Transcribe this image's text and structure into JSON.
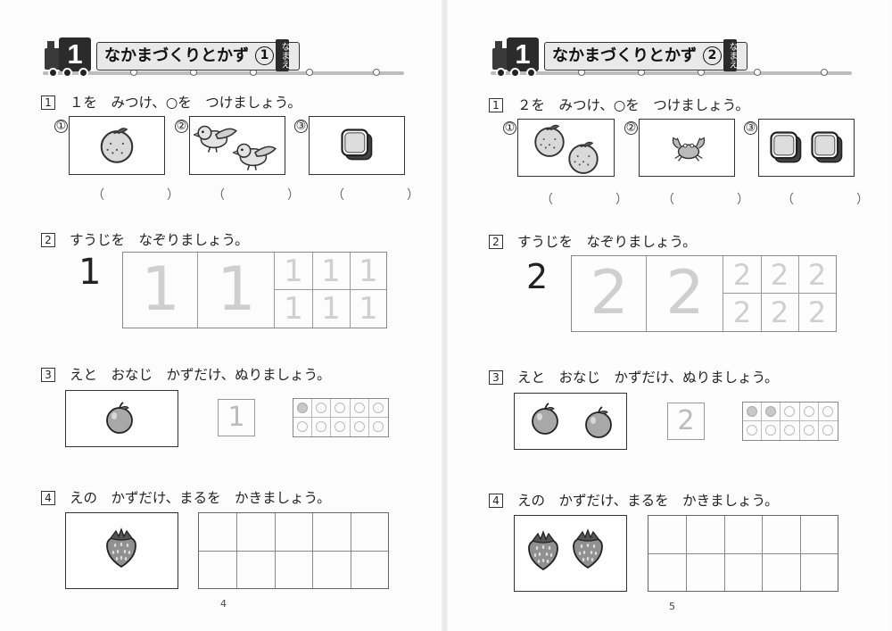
{
  "pages": [
    {
      "title": "なかまづくりとかず",
      "lesson_number": "1",
      "part_number": "1",
      "name_label": "なまえ",
      "q1": {
        "num": "1",
        "text": "１を　みつけ、○を　つけましょう。",
        "options": [
          "①",
          "②",
          "③"
        ],
        "answer_paren": "（　）"
      },
      "q2": {
        "num": "2",
        "text": "すうじを　なぞりましょう。",
        "digit": "1"
      },
      "q3": {
        "num": "3",
        "text": "えと　おなじ　かずだけ、ぬりましょう。",
        "digit": "1",
        "filled": 1
      },
      "q4": {
        "num": "4",
        "text": "えの　かずだけ、まるを　かきましょう。"
      },
      "page_number": "4"
    },
    {
      "title": "なかまづくりとかず",
      "lesson_number": "1",
      "part_number": "2",
      "name_label": "なまえ",
      "q1": {
        "num": "1",
        "text": "２を　みつけ、○を　つけましょう。",
        "options": [
          "①",
          "②",
          "③"
        ],
        "answer_paren": "（　）"
      },
      "q2": {
        "num": "2",
        "text": "すうじを　なぞりましょう。",
        "digit": "2"
      },
      "q3": {
        "num": "3",
        "text": "えと　おなじ　かずだけ、ぬりましょう。",
        "digit": "2",
        "filled": 2
      },
      "q4": {
        "num": "4",
        "text": "えの　かずだけ、まるを　かきましょう。"
      },
      "page_number": "5"
    }
  ],
  "icons": [
    "tangerine-icon",
    "bird-icon",
    "cube-icon",
    "crab-icon",
    "apple-icon",
    "strawberry-icon",
    "train-icon"
  ]
}
